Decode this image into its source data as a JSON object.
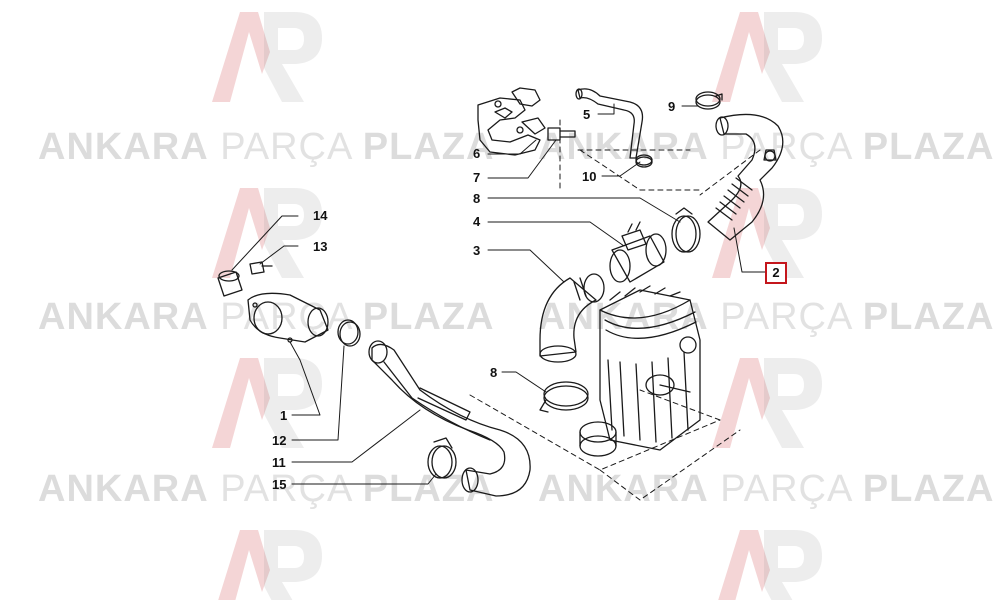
{
  "watermark": {
    "brand_bold": "ANKARA",
    "brand_light": "PARÇA",
    "brand_bold2": "PLAZA",
    "logo_color": "#c4161c",
    "logo_color_gray": "#bdbdbd"
  },
  "highlight_color": "#c4161c",
  "callouts": {
    "c1": "1",
    "c2": "2",
    "c3": "3",
    "c4": "4",
    "c5": "5",
    "c6": "6",
    "c7": "7",
    "c8a": "8",
    "c8b": "8",
    "c9": "9",
    "c10": "10",
    "c11": "11",
    "c12": "12",
    "c13": "13",
    "c14": "14",
    "c15": "15"
  }
}
